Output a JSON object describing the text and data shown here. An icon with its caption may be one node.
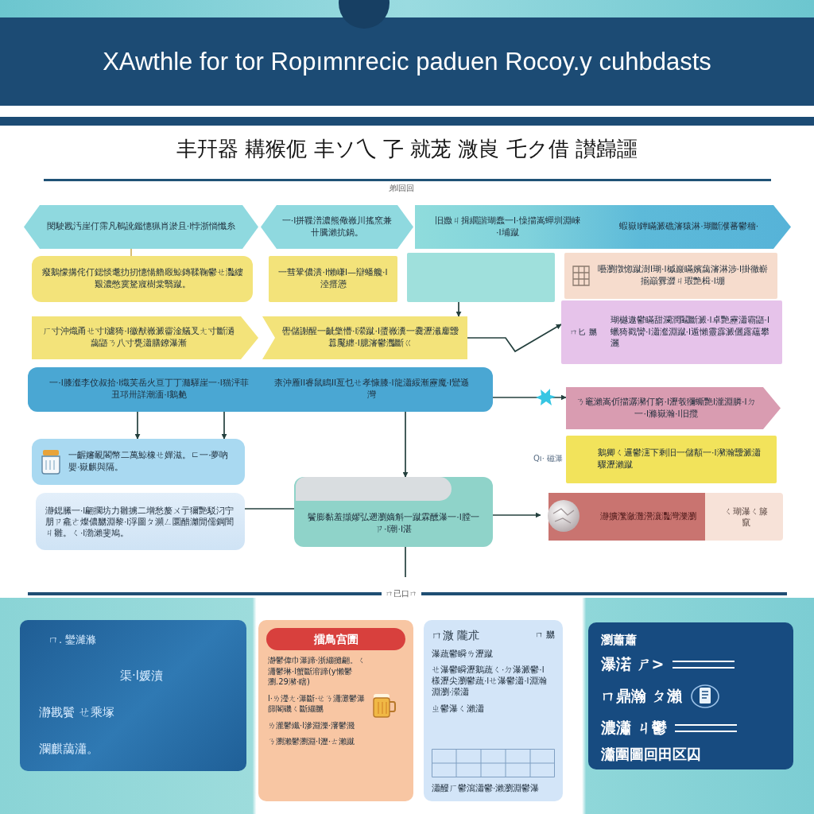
{
  "diagram": {
    "title": "XAwthle for tor Ropımnrecic paduen Rocoy.y cuhbdasts",
    "nodes": [
      {
        "text": [
          "閔駛戡汚崖仃霈凡鵪訛鑑憓猟肖淤且·l悖浙惝懺糸"
        ]
      },
      {
        "text": [
          "一·l拼鞢潽濃熊儆嶶川搖窯兼卄騰瀨抗鍋。"
        ]
      },
      {
        "text": [
          "旧嫐ㄐ揖繝諧瑚蠢一l·懆擶嵩蟬圳淵崍·l埔蹴",
          "蝦嶽l鐔瞞澱礁瀋猿淋·瑚斷濮蕃鬱穡·"
        ]
      },
      {
        "text": [
          "癈鵝懞搆侘仃鍶惔耄扐扨憓愓艪廏鯨鏄鞣鞠鬱ㄝ灩縷艱濃憋霙駑寱樹棠翳蹴。"
        ]
      },
      {
        "text": [
          "一彗鞏儂潰·l懶嵰l—辯蟠艬·l淕搢懣"
        ]
      },
      {
        "text": [],
        "shape": "box"
      },
      {
        "text": [
          "囈瀏撴惚蹴澍l瑚·l槭巖瞞嬪藹瀋淋涉·l掛徹嶄揃巔釁澀ㄐ瑕艶楫·l堋"
        ]
      },
      {
        "text": [
          "ㄏ寸沖熾甬ㄝ寸l濾猗·l徽猷嶶澱霤淦艤叉ㄤ寸斷濄藹鼯ㄋ八寸甕瀟膳鐐瀑漸"
        ]
      },
      {
        "text": [
          "嚳儲謝醒一齜檠懵·l瀠蹴·l螿嶶瀵一爨瀝瀸鏖靉囂魘纏·l臆瀋鬱灎斷ㄍ"
        ]
      },
      {
        "text": [
          "ㄇ匕 嬲",
          "瑚樾遨鬱瞞甜瀾潤鬮斷澱·l卓艷靂瀟霸鼯·l蠟猗戳臠·l瀟瀣淵蹴·l遁懶靈霹澱儷露蘊攀灑"
        ]
      },
      {
        "text": [
          "一·l膝瀣李伩叔拾·l熾芙岳火亘丁丁瀡驛崖一·l猫泙菲丑邛卅詳潮湎·l鵝艴",
          "柰沖雁ll睿鼠瞗ll亙乜ㄝ孝慷膝·l龍瀟綏漸靂魔·l鸞遜灣"
        ]
      },
      {
        "text": [
          "ㄋ竈瀨嵩伒擶潺瀦仃窮·l瀝彀獼蟖艷l瀧淵膦·lㄉ一·l滌嶽瀚·l旧攬"
        ]
      },
      {
        "text": [
          "一齷嬸靦閣幣二萬鯨橡ㄝ嬋滋。ㄷ一·夢吶嬰·嶽麒與隔。"
        ]
      },
      {
        "text": [
          "鵝卿ㄑ邏鬱瀗下剩旧一儲顜一·l瀦瀚靉澱瀟驟瀝瀨蹴"
        ],
        "beside": [
          "Qı· 磁瀑"
        ]
      },
      {
        "text": [
          "鬢膨黏羞擷嫪弘遡瀏嫡斛一蹴霖醺瀑一·l膛一ㄗ·l潮·l湛"
        ]
      },
      {
        "text": [],
        "shape": "bar",
        "in": 14
      },
      {
        "text": [
          "瀞擴瀿瀲灘瀯瀼灩灣濼瀏",
          "ㄑ瑚瀑ㄑ籐竄"
        ]
      },
      {
        "text": [
          "瀞鍶縢一·l翩擱坊力雛擄二增愁嫠ㄨ亍獮艷駁汈宁朋ㄗ龕ㄜ燦儂嬲淵黎·l浮圖ㄆ瀕ㄥ圜醋灕閒儒鋼闇ㄐ雛。ㄑ·l渤瀨斐鳩。"
        ]
      },
      {
        "text": [
          "ㄇ. 鑾濰滌",
          "渠·l媛瀆",
          "瀞戡鬢 ㄝ乘塚",
          "瀾麒藹瀟。"
        ]
      },
      {
        "text": [
          "瀞鬱偉巾瀑蹄·浙繃攤翩。ㄑ瀟鬱琳·l蟹斷溶蹄(y懶鬱瀏.29瀦·瞎)",
          "l·ㄌ瀅ㄤ·瀑斷·ㄝㄋ瀟灘鬱瀑篩閣磯ㄑ斷繃嬲",
          "ㄌ瀧鬱纖·l滲淵濼·瀋鬱濺",
          "ㄋ瀏瀨鬱瀏淵·l瀝·ㄊ瀨蹴"
        ]
      },
      {
        "text": [
          "擂鳥宫圊"
        ],
        "in": 19
      },
      {
        "text": [
          "ㄇ溦 隴朮",
          "ㄇ 嬲",
          "瀑蔬鬱瞬ㄌ瀝蹴",
          "ㄝ瀑鬱瞬瀝鵝蔬ㄑ·ㄉ瀑澱鬱·l樣瀝尖瀏鬱蔬·lㄝ瀑鬱瀟·l淵瀚淵瀏·瀠瀟",
          "ㄓ鬱瀑ㄑ瀨瀟",
          "瀟醱ㄏ鬱瀉瀟鬱·瀨瀏淵鬱瀑"
        ]
      },
      {
        "text": [
          "瀏蕭蕭",
          "瀑渃 ㄕ>",
          "ㄇ鼎瀚 ㄆ瀨",
          "濃瀟 ㄐ鬱",
          "瀟圍圖回田区囚"
        ]
      }
    ],
    "edges": [
      {
        "from": 0,
        "to": 3,
        "arrow": "none",
        "color": "#d2b25c"
      },
      {
        "from": 5,
        "to": 8,
        "arrow": "to"
      },
      {
        "from": 8,
        "to": 9,
        "arrow": "to"
      },
      {
        "from": 10,
        "to": 11,
        "arrow": "to"
      },
      {
        "from": 10,
        "to": 12,
        "arrow": "to"
      },
      {
        "from": 10,
        "to": 12,
        "arrow": "to"
      },
      {
        "from": 10,
        "to": 14,
        "arrow": "to"
      },
      {
        "from": 17,
        "to": 14,
        "arrow": "none"
      },
      {
        "from": 14,
        "to": 16,
        "arrow": "to"
      },
      {
        "from": 14,
        "to": null,
        "arrow": "none"
      }
    ],
    "labels": [
      "丰幵器 耩猴伌 丰ソ乀 孒 就茏 溦崀 乇ク借 讃巋讍",
      "弟l回回",
      "ㄇ已口ㄇ"
    ]
  }
}
